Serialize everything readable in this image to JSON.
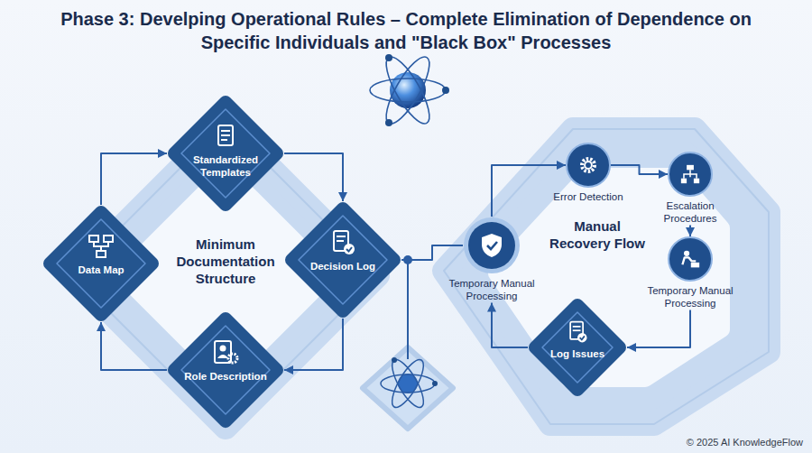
{
  "diagram": {
    "title": "Phase 3: Develping Operational Rules – Complete Elimination of Dependence on Specific Individuals and \"Black Box\" Processes",
    "nodes": [
      {
        "text": [
          "Minimum Documentation Structure"
        ]
      },
      {
        "text": [
          "Standardized Templates"
        ],
        "in": 0
      },
      {
        "text": [
          "Data Map"
        ],
        "in": 0
      },
      {
        "text": [
          "Decision Log"
        ],
        "in": 0
      },
      {
        "text": [
          "Role Description"
        ],
        "in": 0
      },
      {
        "text": [
          "Manual Recovery Flow"
        ]
      },
      {
        "text": [
          "Temporary Manual Processing"
        ],
        "in": 5
      },
      {
        "text": [
          "Error Detection"
        ],
        "in": 5
      },
      {
        "text": [
          "Escalation Procedures"
        ],
        "in": 5
      },
      {
        "text": [
          "Temporary Manual Processing"
        ],
        "in": 5
      },
      {
        "text": [
          "Log Issues"
        ],
        "in": 5
      }
    ],
    "edges": [
      {
        "from": 2,
        "to": 1,
        "arrow": "to"
      },
      {
        "from": 1,
        "to": 3,
        "arrow": "to"
      },
      {
        "from": 3,
        "to": 4,
        "arrow": "to"
      },
      {
        "from": 4,
        "to": 2,
        "arrow": "to"
      },
      {
        "from": 3,
        "to": 6,
        "arrow": "none"
      },
      {
        "from": 6,
        "to": 7,
        "arrow": "to"
      },
      {
        "from": 7,
        "to": 8,
        "arrow": "to"
      },
      {
        "from": 8,
        "to": 9,
        "arrow": "to"
      },
      {
        "from": 9,
        "to": 10,
        "arrow": "to"
      },
      {
        "from": 10,
        "to": 6,
        "arrow": "to"
      }
    ],
    "labels": [
      "© 2025 AI KnowledgeFlow"
    ]
  }
}
